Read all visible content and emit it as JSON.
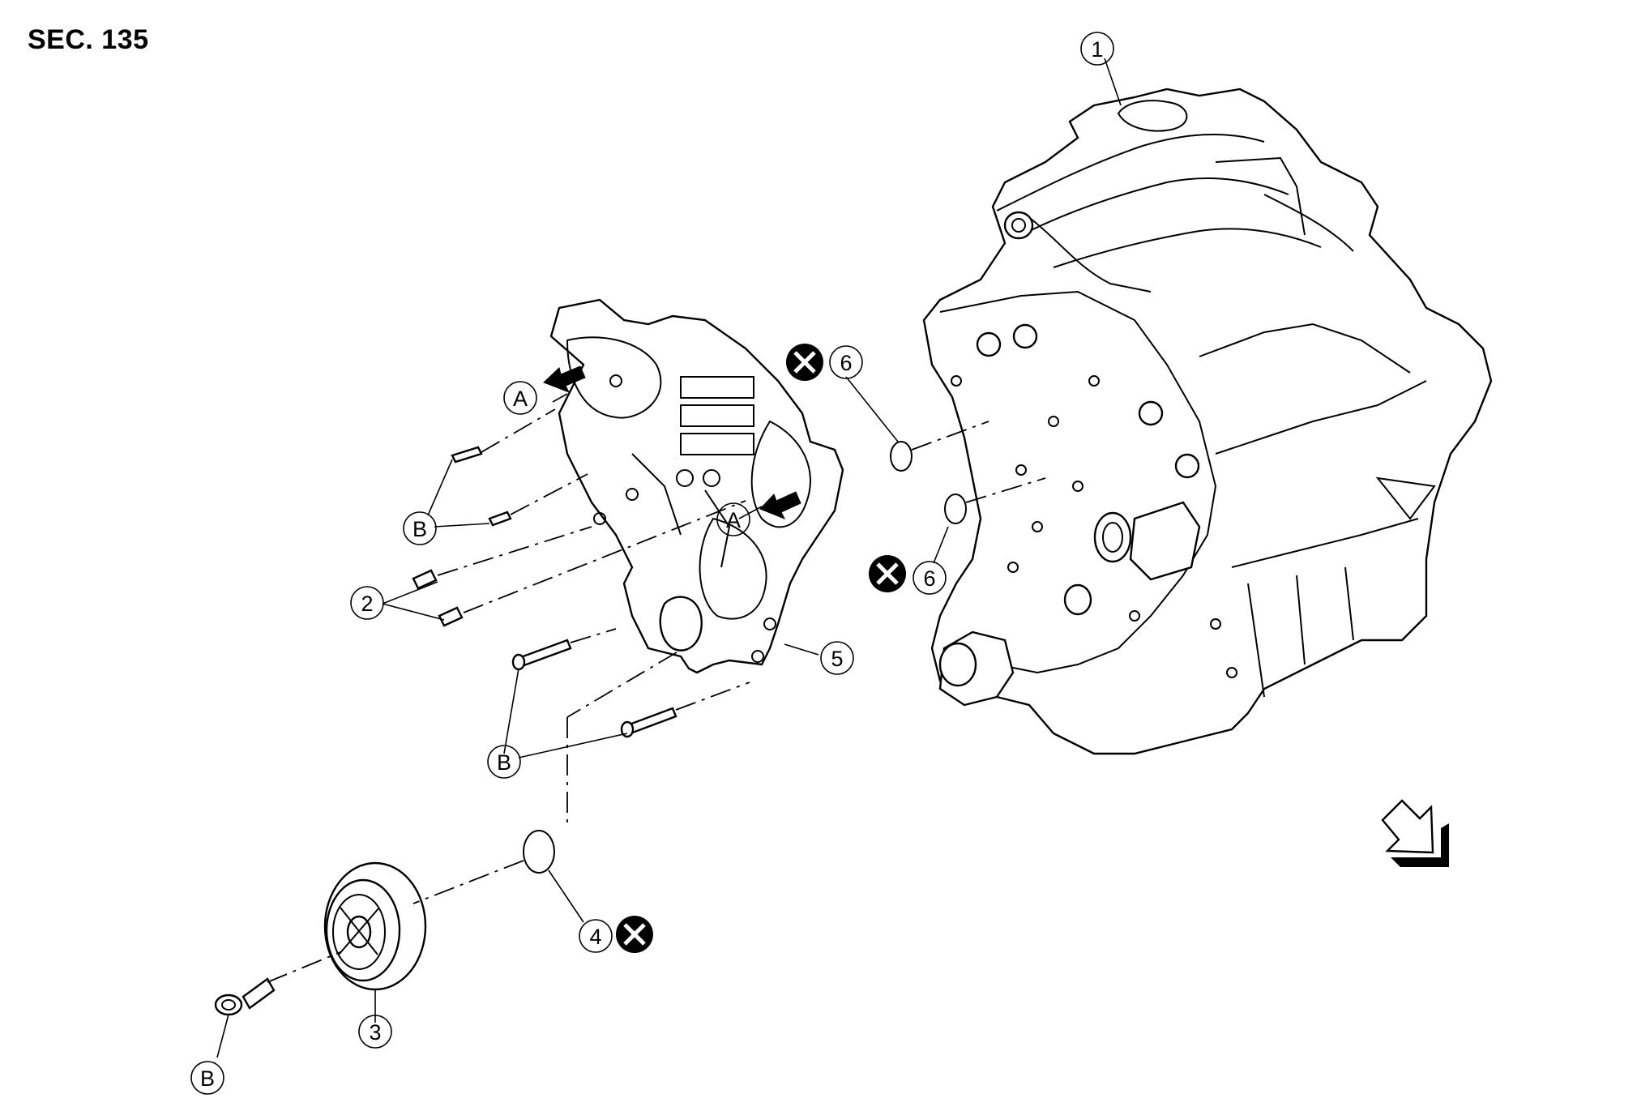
{
  "section": "SEC. 135",
  "callouts": {
    "c1": "1",
    "c2": "2",
    "c3": "3",
    "c4": "4",
    "c5": "5",
    "c6a": "6",
    "c6b": "6"
  },
  "letters": {
    "a_top": "A",
    "a_mid": "A",
    "b_upper": "B",
    "b_lower": "B",
    "b_bolt": "B"
  },
  "icons": {
    "replace_symbol": "x-circle-icon",
    "front_arrow": "front-direction-arrow-icon",
    "pointer_arrow": "bold-pointer-arrow-icon"
  },
  "colors": {
    "line": "#000000",
    "background": "#ffffff"
  }
}
